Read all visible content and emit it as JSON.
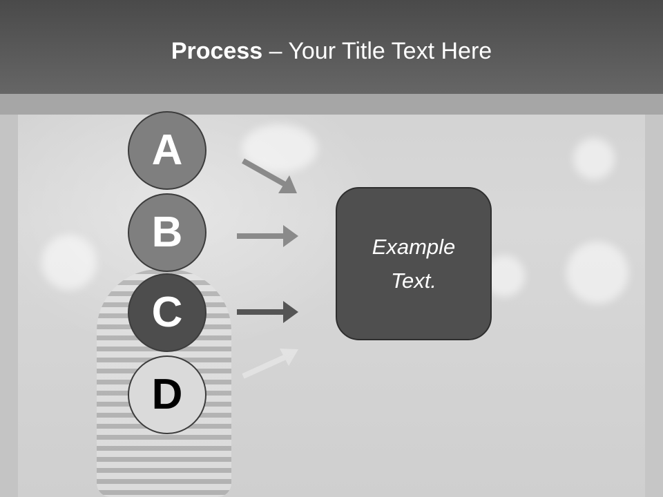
{
  "title": {
    "bold": "Process",
    "rest": " – Your Title Text Here"
  },
  "steps": [
    {
      "letter": "A",
      "fill": "#7f7f7f",
      "text_color": "#ffffff"
    },
    {
      "letter": "B",
      "fill": "#7f7f7f",
      "text_color": "#ffffff"
    },
    {
      "letter": "C",
      "fill": "#4d4d4d",
      "text_color": "#ffffff"
    },
    {
      "letter": "D",
      "fill": "#dadada",
      "text_color": "#000000"
    }
  ],
  "target": {
    "text": "Example Text.",
    "fill": "#4f4f4f"
  },
  "colors": {
    "title_bar": "#595959",
    "arrow_light": "#8a8a8a",
    "arrow_dark": "#555555"
  }
}
